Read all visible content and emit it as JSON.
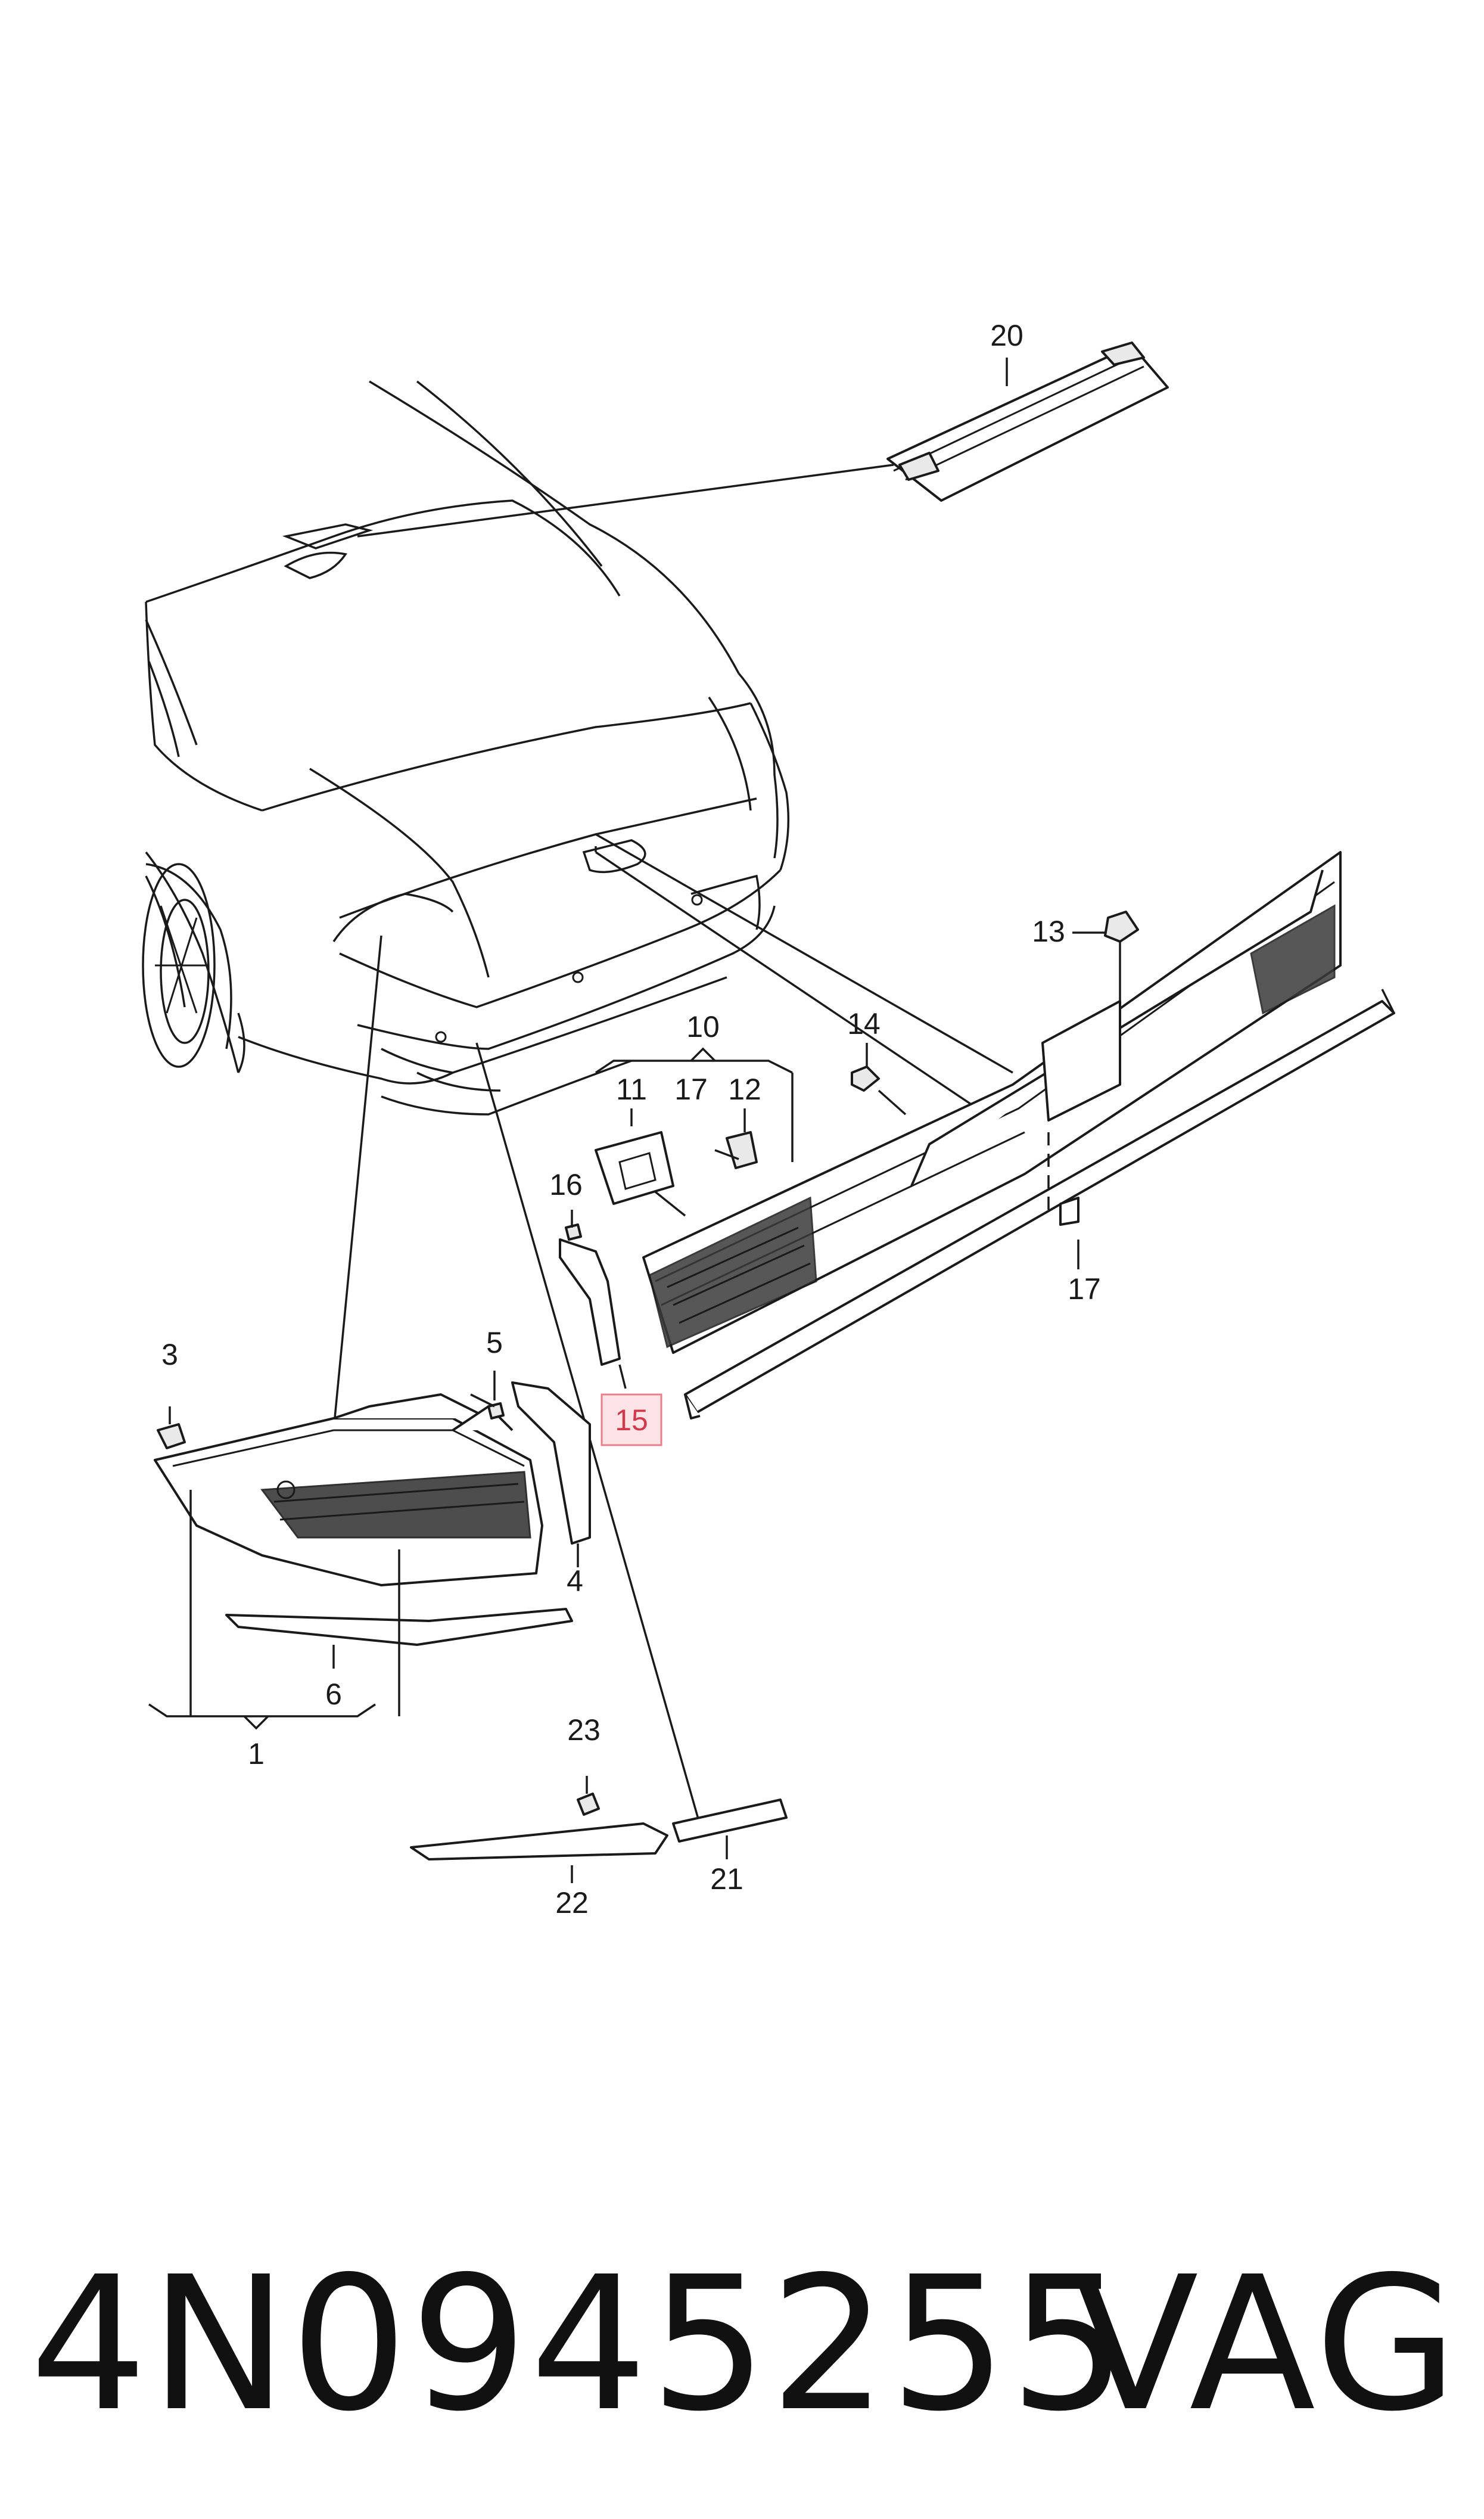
{
  "diagram": {
    "callouts": [
      {
        "id": "20",
        "label": "20"
      },
      {
        "id": "13",
        "label": "13"
      },
      {
        "id": "10",
        "label": "10"
      },
      {
        "id": "14",
        "label": "14"
      },
      {
        "id": "11",
        "label": "11"
      },
      {
        "id": "17a",
        "label": "17"
      },
      {
        "id": "12",
        "label": "12"
      },
      {
        "id": "16",
        "label": "16"
      },
      {
        "id": "17b",
        "label": "17"
      },
      {
        "id": "15",
        "label": "15",
        "highlighted": true
      },
      {
        "id": "3",
        "label": "3"
      },
      {
        "id": "5",
        "label": "5"
      },
      {
        "id": "4",
        "label": "4"
      },
      {
        "id": "6",
        "label": "6"
      },
      {
        "id": "1",
        "label": "1"
      },
      {
        "id": "23",
        "label": "23"
      },
      {
        "id": "21",
        "label": "21"
      },
      {
        "id": "22",
        "label": "22"
      }
    ],
    "highlight_color": "#e8808c"
  },
  "footer": {
    "part_number": "4N0945255",
    "brand": "VAG"
  }
}
